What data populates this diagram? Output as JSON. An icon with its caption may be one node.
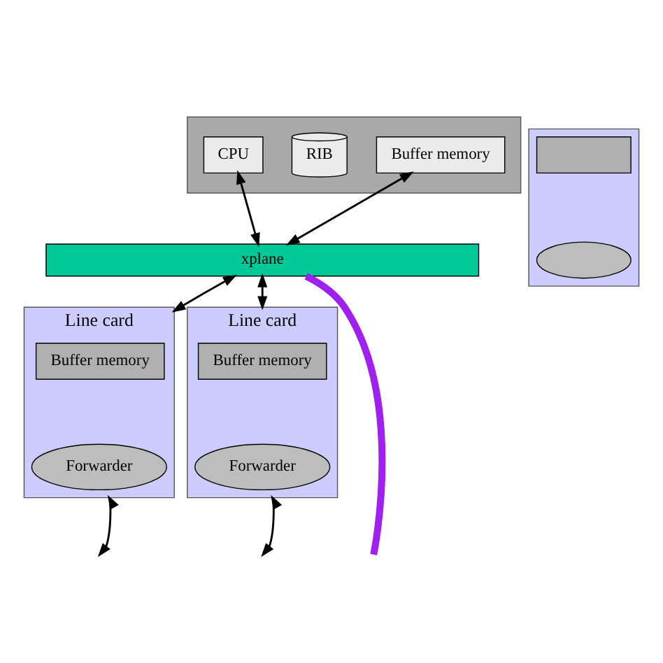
{
  "diagram": {
    "nodes": [
      {
        "text": [],
        "shape": "box"
      },
      {
        "text": [
          "CPU"
        ],
        "in": 0
      },
      {
        "text": [
          "RIB"
        ],
        "in": 0
      },
      {
        "text": [
          "Buffer memory"
        ],
        "in": 0
      },
      {
        "text": [
          "xplane"
        ]
      },
      {
        "text": [
          "Line card"
        ]
      },
      {
        "text": [
          "Buffer memory"
        ],
        "in": 5
      },
      {
        "text": [
          "Forwarder"
        ],
        "in": 5
      },
      {
        "text": [
          "Line card"
        ]
      },
      {
        "text": [
          "Buffer memory"
        ],
        "in": 8
      },
      {
        "text": [
          "Forwarder"
        ],
        "in": 8
      },
      {
        "text": [],
        "shape": "box"
      },
      {
        "text": [],
        "shape": "box",
        "in": 11
      },
      {
        "text": [],
        "shape": "ellipse",
        "in": 11
      }
    ],
    "edges": [
      {
        "from": 1,
        "to": 4,
        "arrow": "both"
      },
      {
        "from": 3,
        "to": 4,
        "arrow": "both"
      },
      {
        "from": 4,
        "to": 5,
        "arrow": "both"
      },
      {
        "from": 4,
        "to": 8,
        "arrow": "both"
      },
      {
        "from": 5,
        "to": null,
        "arrow": "both"
      },
      {
        "from": 8,
        "to": null,
        "arrow": "both"
      },
      {
        "from": 4,
        "to": null,
        "arrow": "none",
        "style": "thick",
        "color": "#a020f0"
      }
    ]
  }
}
